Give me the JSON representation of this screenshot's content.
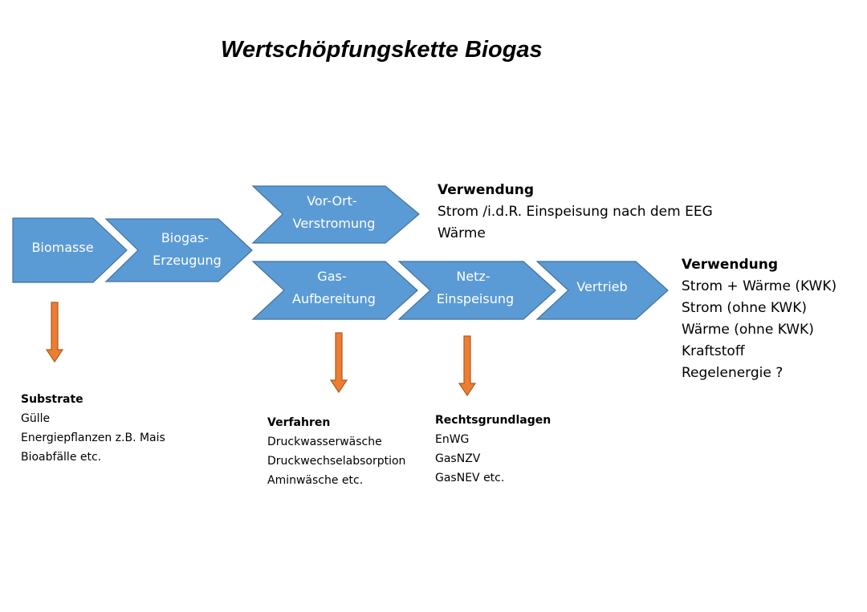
{
  "title": "Wertschöpfungskette Biogas",
  "chevrons": {
    "biomasse": [
      "Biomasse"
    ],
    "biogas_erzeugung": [
      "Biogas-",
      "Erzeugung"
    ],
    "vor_ort": [
      "Vor-Ort-",
      "Verstromung"
    ],
    "gas_aufbereitung": [
      "Gas-",
      "Aufbereitung"
    ],
    "netz_einspeisung": [
      "Netz-",
      "Einspeisung"
    ],
    "vertrieb": [
      "Vertrieb"
    ]
  },
  "verwendung_vor_ort": {
    "header": "Verwendung",
    "lines": [
      "Strom /i.d.R. Einspeisung nach dem EEG",
      "Wärme"
    ]
  },
  "verwendung_vertrieb": {
    "header": "Verwendung",
    "lines": [
      "Strom + Wärme  (KWK)",
      "Strom (ohne KWK)",
      "Wärme (ohne KWK)",
      "Kraftstoff",
      "Regelenergie ?"
    ]
  },
  "substrate": {
    "header": "Substrate",
    "lines": [
      "Gülle",
      "Energiepflanzen z.B. Mais",
      "Bioabfälle etc."
    ]
  },
  "verfahren": {
    "header": "Verfahren",
    "lines": [
      "Druckwasserwäsche",
      "Druckwechselabsorption",
      "Aminwäsche etc."
    ]
  },
  "rechtsgrundlagen": {
    "header": "Rechtsgrundlagen",
    "lines": [
      "EnWG",
      "GasNZV",
      "GasNEV etc."
    ]
  },
  "colors": {
    "chevron_fill": "#5b9bd5",
    "chevron_stroke": "#41719c",
    "arrow_fill": "#ed7d31"
  }
}
